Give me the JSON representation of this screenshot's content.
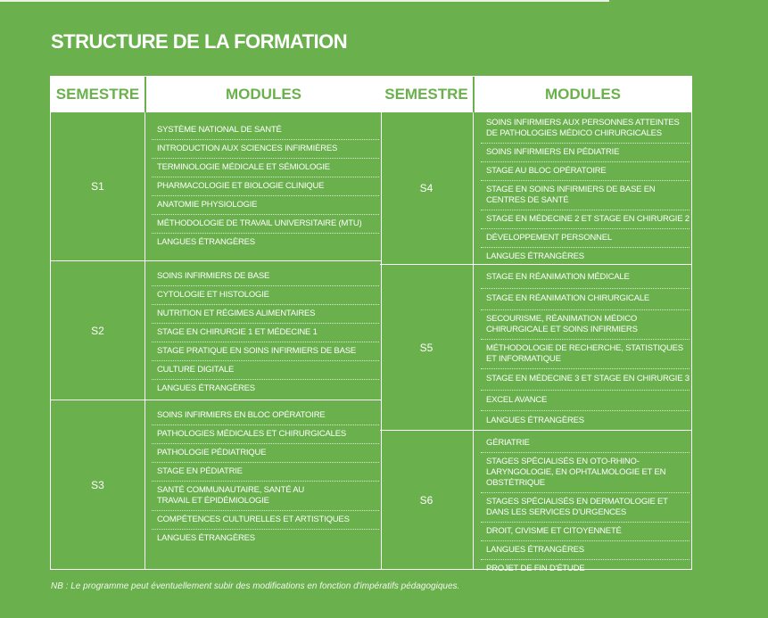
{
  "title": "STRUCTURE DE LA FORMATION",
  "headers": {
    "semestre": "SEMESTRE",
    "modules": "MODULES"
  },
  "left": [
    {
      "semester": "S1",
      "modules": [
        "SYSTÈME NATIONAL DE SANTÉ",
        "INTRODUCTION AUX SCIENCES INFIRMIÈRES",
        "TERMINOLOGIE MÉDICALE ET SÉMIOLOGIE",
        "PHARMACOLOGIE ET BIOLOGIE CLINIQUE",
        "ANATOMIE PHYSIOLOGIE",
        "MÉTHODOLOGIE DE TRAVAIL UNIVERSITAIRE (MTU)",
        "LANGUES ÉTRANGÈRES"
      ]
    },
    {
      "semester": "S2",
      "modules": [
        "SOINS INFIRMIERS DE BASE",
        "CYTOLOGIE ET HISTOLOGIE",
        "NUTRITION ET RÉGIMES ALIMENTAIRES",
        "STAGE EN CHIRURGIE 1 ET MÉDECINE 1",
        "STAGE PRATIQUE EN SOINS INFIRMIERS DE BASE",
        "CULTURE DIGITALE",
        "LANGUES ÉTRANGÈRES"
      ]
    },
    {
      "semester": "S3",
      "modules": [
        "SOINS INFIRMIERS EN BLOC OPÉRATOIRE",
        "PATHOLOGIES MÉDICALES ET CHIRURGICALES",
        "PATHOLOGIE PÉDIATRIQUE",
        "STAGE EN PÉDIATRIE",
        "SANTÉ COMMUNAUTAIRE, SANTÉ AU TRAVAIL ET ÉPIDÉMIOLOGIE",
        "COMPÉTENCES CULTURELLES ET ARTISTIQUES",
        "LANGUES ÉTRANGÈRES"
      ]
    }
  ],
  "right": [
    {
      "semester": "S4",
      "modules": [
        "SOINS INFIRMIERS AUX PERSONNES ATTEINTES DE PATHOLOGIES MÉDICO CHIRURGICALES",
        "SOINS INFIRMIERS EN PÉDIATRIE",
        "STAGE AU BLOC OPÉRATOIRE",
        "STAGE EN SOINS INFIRMIERS DE BASE EN CENTRES DE SANTÉ",
        "STAGE EN MÉDECINE 2 ET STAGE EN CHIRURGIE 2",
        "DÉVELOPPEMENT PERSONNEL",
        "LANGUES ÉTRANGÈRES"
      ]
    },
    {
      "semester": "S5",
      "modules": [
        "STAGE EN RÉANIMATION MÉDICALE",
        "STAGE EN RÉANIMATION CHIRURGICALE",
        "SECOURISME, RÉANIMATION MÉDICO CHIRURGICALE ET SOINS INFIRMIERS",
        "MÉTHODOLOGIE DE RECHERCHE, STATISTIQUES ET INFORMATIQUE",
        "STAGE EN MÉDECINE 3 ET STAGE EN CHIRURGIE 3",
        "EXCEL AVANCE",
        "LANGUES ÉTRANGÈRES"
      ]
    },
    {
      "semester": "S6",
      "modules": [
        "GÉRIATRIE",
        "STAGES SPÉCIALISÉS EN OTO-RHINO-LARYNGOLOGIE, EN OPHTALMOLOGIE ET EN OBSTÉTRIQUE",
        "STAGES SPÉCIALISÉS EN DERMATOLOGIE ET DANS LES SERVICES D'URGENCES",
        "DROIT, CIVISME ET CITOYENNETÉ",
        "LANGUES ÉTRANGÈRES",
        "PROJET DE FIN D'ÉTUDE"
      ]
    }
  ],
  "note": "NB : Le programme peut éventuellement subir des modifications en fonction d'impératifs pédagogiques."
}
